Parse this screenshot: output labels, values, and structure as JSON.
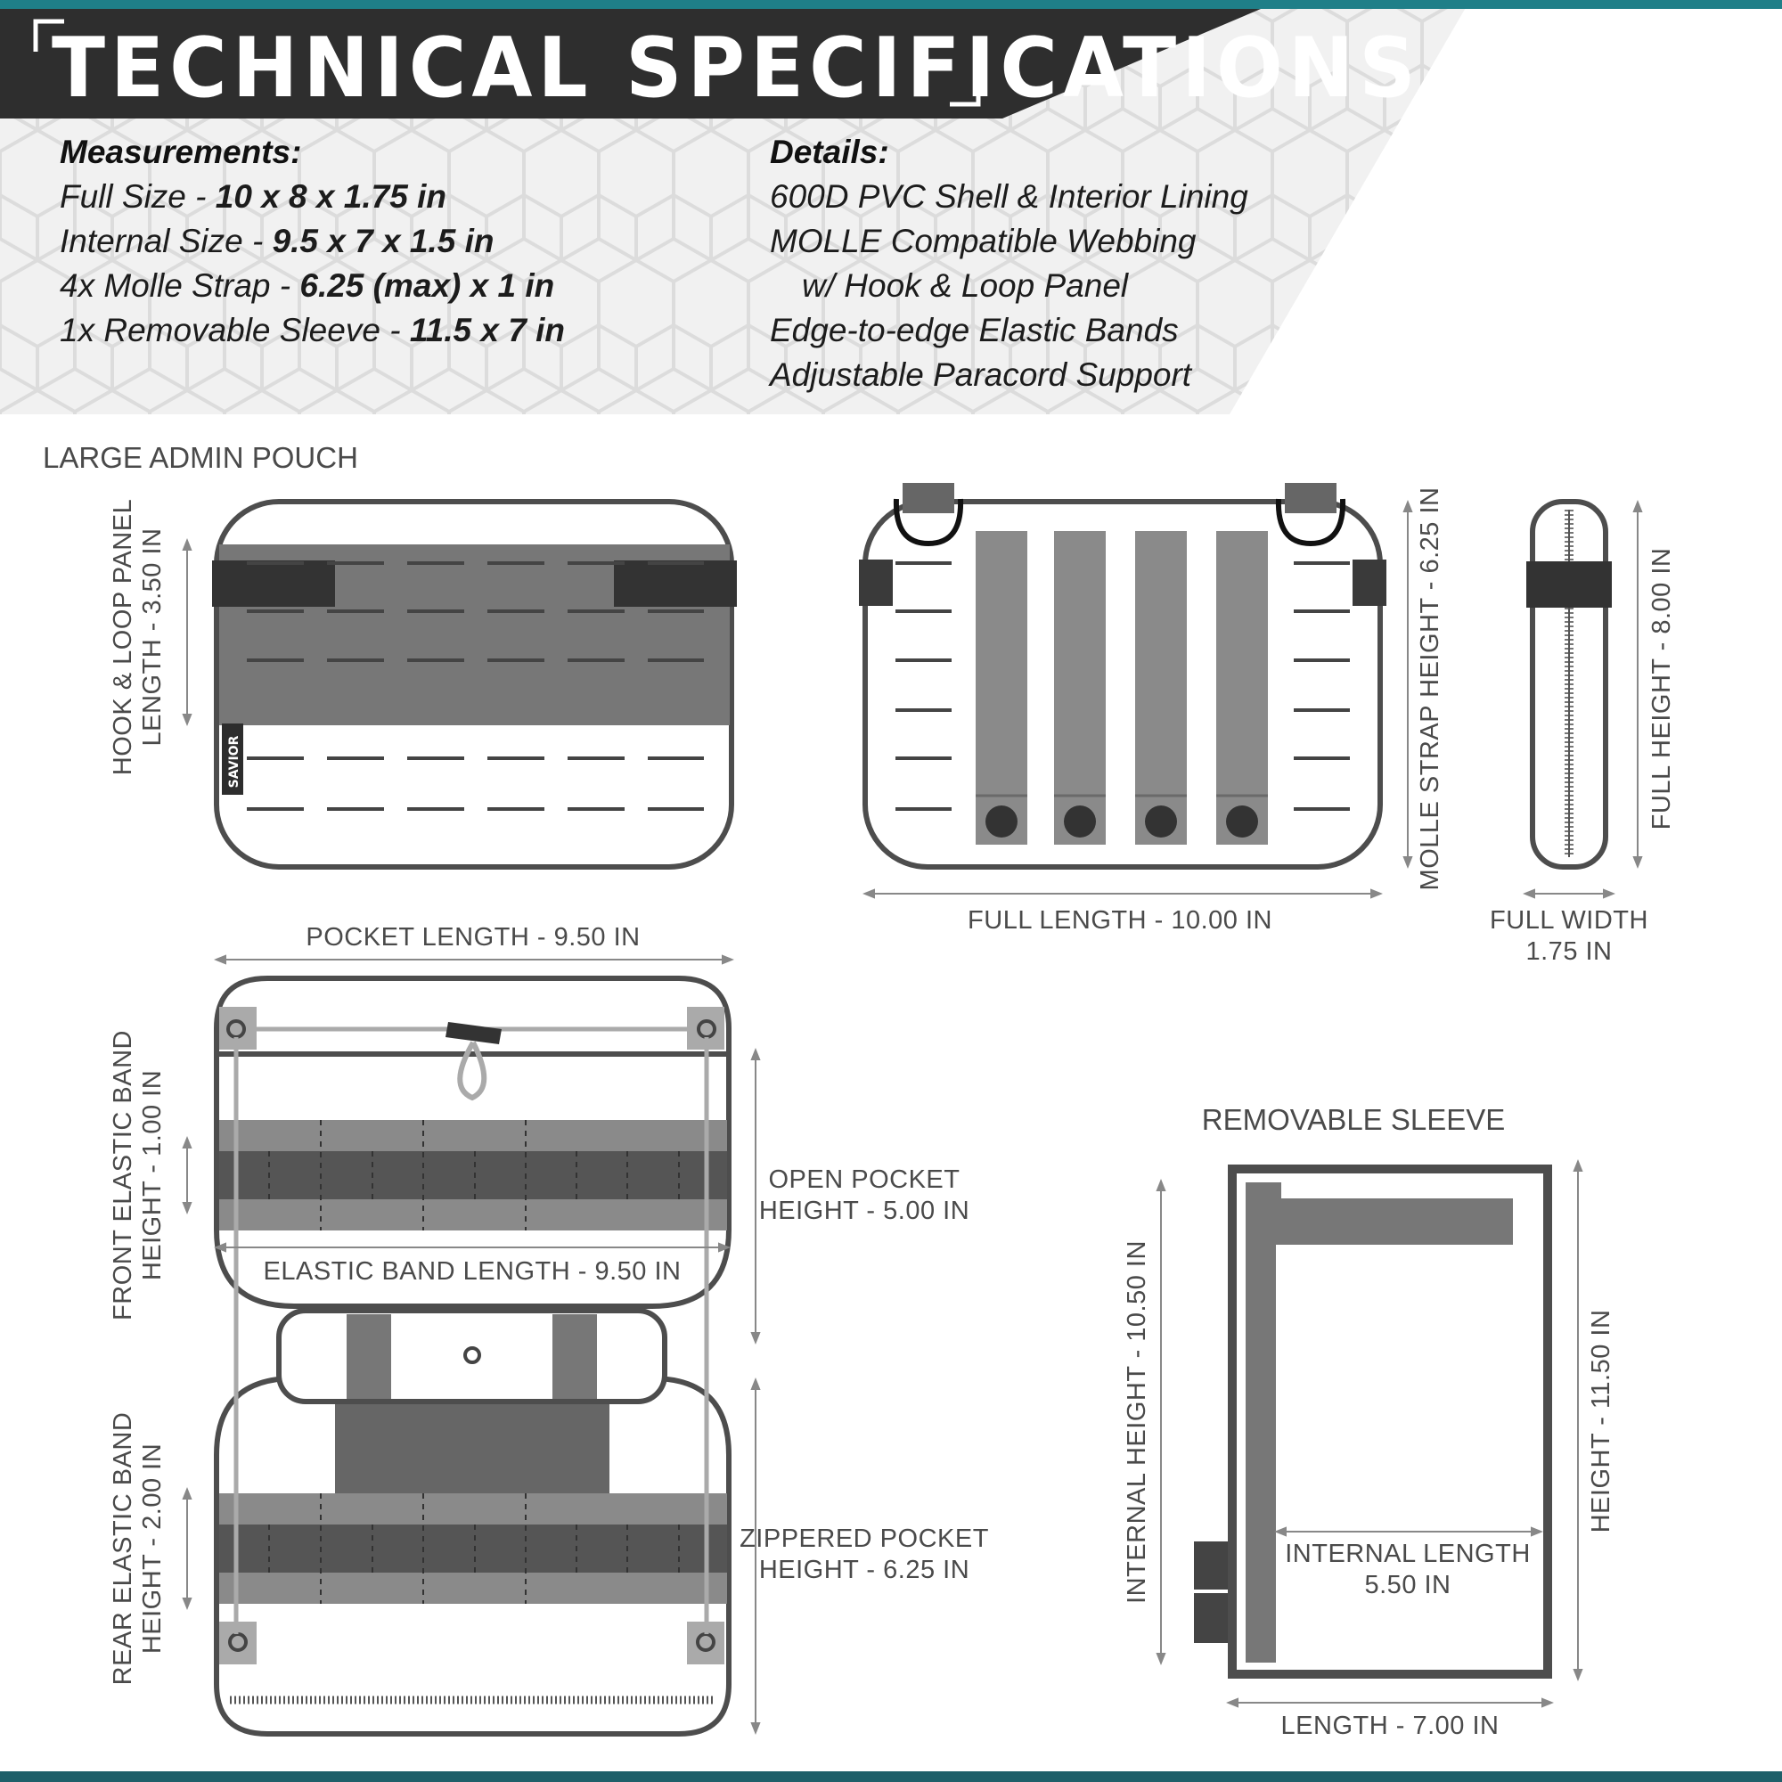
{
  "header": {
    "title": "TECHNICAL SPECIFICATIONS"
  },
  "measurements": {
    "heading": "Measurements:",
    "rows": [
      {
        "label": "Full Size - ",
        "value": "10 x 8 x 1.75 in"
      },
      {
        "label": "Internal Size - ",
        "value": "9.5 x 7 x 1.5 in"
      },
      {
        "label": "4x Molle Strap - ",
        "value": "6.25 (max) x 1 in"
      },
      {
        "label": "1x Removable Sleeve - ",
        "value": "11.5 x 7 in"
      }
    ]
  },
  "details": {
    "heading": "Details:",
    "rows": [
      "600D PVC Shell & Interior Lining",
      "MOLLE Compatible Webbing",
      "w/ Hook & Loop Panel",
      "Edge-to-edge Elastic Bands",
      "Adjustable Paracord Support"
    ]
  },
  "pouch": {
    "section_title": "LARGE ADMIN POUCH",
    "brand": "SAVIOR",
    "hook_loop_1": "HOOK & LOOP PANEL",
    "hook_loop_2": "LENGTH - 3.50 IN",
    "molle_height": "MOLLE STRAP HEIGHT - 6.25 IN",
    "full_height": "FULL HEIGHT - 8.00 IN",
    "full_length": "FULL LENGTH - 10.00 IN",
    "full_width_1": "FULL WIDTH",
    "full_width_2": "1.75 IN",
    "pocket_length": "POCKET LENGTH - 9.50 IN",
    "front_band_1": "FRONT ELASTIC BAND",
    "front_band_2": "HEIGHT - 1.00 IN",
    "open_pocket_1": "OPEN POCKET",
    "open_pocket_2": "HEIGHT - 5.00 IN",
    "elastic_length": "ELASTIC BAND LENGTH - 9.50 IN",
    "rear_band_1": "REAR ELASTIC BAND",
    "rear_band_2": "HEIGHT - 2.00 IN",
    "zip_pocket_1": "ZIPPERED POCKET",
    "zip_pocket_2": "HEIGHT - 6.25 IN"
  },
  "sleeve": {
    "section_title": "REMOVABLE SLEEVE",
    "internal_height": "INTERNAL HEIGHT - 10.50 IN",
    "height": "HEIGHT - 11.50 IN",
    "internal_length_1": "INTERNAL LENGTH",
    "internal_length_2": "5.50 IN",
    "length": "LENGTH - 7.00 IN"
  },
  "colors": {
    "banner": "#3a3a3a",
    "accent": "#1f7f88",
    "outline": "#4d4d4d",
    "fabric": "#8a8a8a",
    "dark": "#3a3a3a",
    "dim": "#8a8a8a"
  }
}
